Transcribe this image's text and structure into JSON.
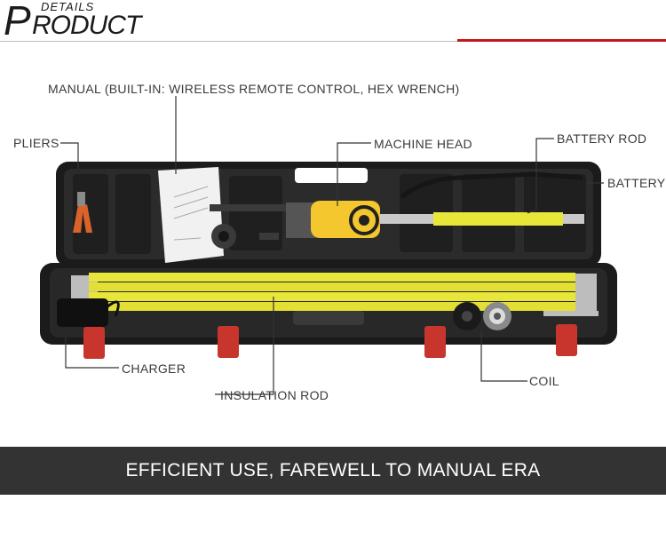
{
  "header": {
    "kicker": "DETAILS",
    "title_initial": "P",
    "title_rest": "RODUCT",
    "accent_color": "#c4161c"
  },
  "labels": {
    "manual": "MANUAL (BUILT-IN: WIRELESS REMOTE CONTROL, HEX WRENCH)",
    "pliers": "PLIERS",
    "machine_head": "MACHINE HEAD",
    "battery_rod": "BATTERY ROD",
    "battery": "BATTERY",
    "charger": "CHARGER",
    "insulation_rod": "INSULATION ROD",
    "coil": "COIL"
  },
  "banner": {
    "text": "EFFICIENT USE, FAREWELL TO MANUAL ERA"
  },
  "colors": {
    "rod_yellow": "#e9e63a",
    "case_black": "#1e1e1e",
    "latch_red": "#c8352c",
    "banner_bg": "#333333"
  }
}
